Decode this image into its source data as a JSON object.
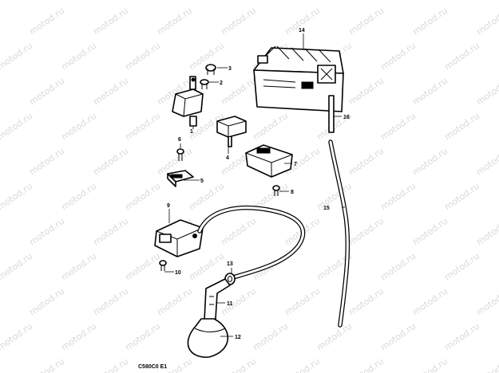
{
  "watermark": "motod.ru",
  "diagram_code": "C580C0 E1",
  "callouts": {
    "c1": "1",
    "c2": "2",
    "c3": "3",
    "c4": "4",
    "c5": "5",
    "c6": "6",
    "c7": "7",
    "c8": "8",
    "c9": "9",
    "c10": "10",
    "c11": "11",
    "c12": "12",
    "c13": "13",
    "c14": "14",
    "c15": "15",
    "c16": "16"
  }
}
